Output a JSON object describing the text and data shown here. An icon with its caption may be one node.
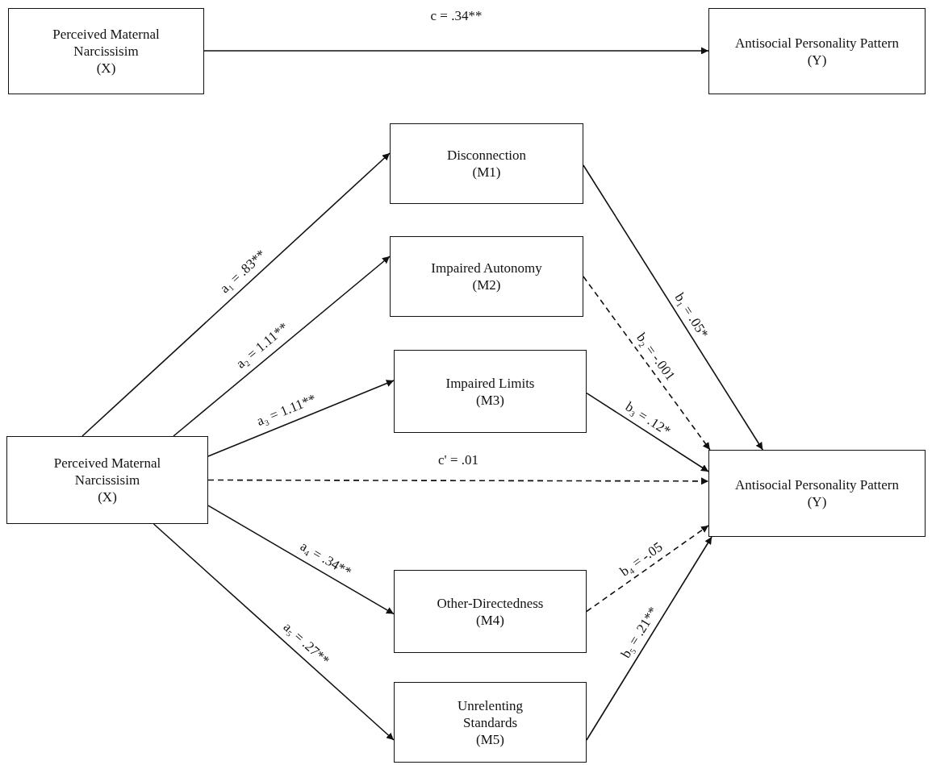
{
  "diagram": {
    "nodes": [
      {
        "text": [
          "Perceived Maternal Narcissisim",
          "(X)"
        ]
      },
      {
        "text": [
          "Antisocial Personality Pattern",
          "(Y)"
        ]
      },
      {
        "text": [
          "Disconnection",
          "(M1)"
        ]
      },
      {
        "text": [
          "Impaired Autonomy",
          "(M2)"
        ]
      },
      {
        "text": [
          "Impaired Limits",
          "(M3)"
        ]
      },
      {
        "text": [
          "Perceived Maternal Narcissisim",
          "(X)"
        ]
      },
      {
        "text": [
          "Antisocial Personality Pattern",
          "(Y)"
        ]
      },
      {
        "text": [
          "Other-Directedness",
          "(M4)"
        ]
      },
      {
        "text": [
          "Unrelenting Standards",
          "(M5)"
        ]
      }
    ],
    "edges": [
      {
        "from": 0,
        "to": 1,
        "arrow": "to",
        "label": "c = .34**"
      },
      {
        "from": 5,
        "to": 2,
        "arrow": "to",
        "label": "a₁ = .83**"
      },
      {
        "from": 5,
        "to": 3,
        "arrow": "to",
        "label": "a₂ = 1.11**"
      },
      {
        "from": 5,
        "to": 4,
        "arrow": "to",
        "label": "a₃ = 1.11**"
      },
      {
        "from": 5,
        "to": 6,
        "arrow": "to",
        "label": "c' = .01",
        "style": "dashed"
      },
      {
        "from": 5,
        "to": 7,
        "arrow": "to",
        "label": "a₄ = .34**"
      },
      {
        "from": 5,
        "to": 8,
        "arrow": "to",
        "label": "a₅ = .27**"
      },
      {
        "from": 2,
        "to": 6,
        "arrow": "to",
        "label": "b₁ = .05*"
      },
      {
        "from": 3,
        "to": 6,
        "arrow": "to",
        "label": "b₂ = -.001",
        "style": "dashed"
      },
      {
        "from": 4,
        "to": 6,
        "arrow": "to",
        "label": "b₃ = .12*"
      },
      {
        "from": 7,
        "to": 6,
        "arrow": "to",
        "label": "b₄ = -.05",
        "style": "dashed"
      },
      {
        "from": 8,
        "to": 6,
        "arrow": "to",
        "label": "b₅ = .21**"
      }
    ]
  }
}
